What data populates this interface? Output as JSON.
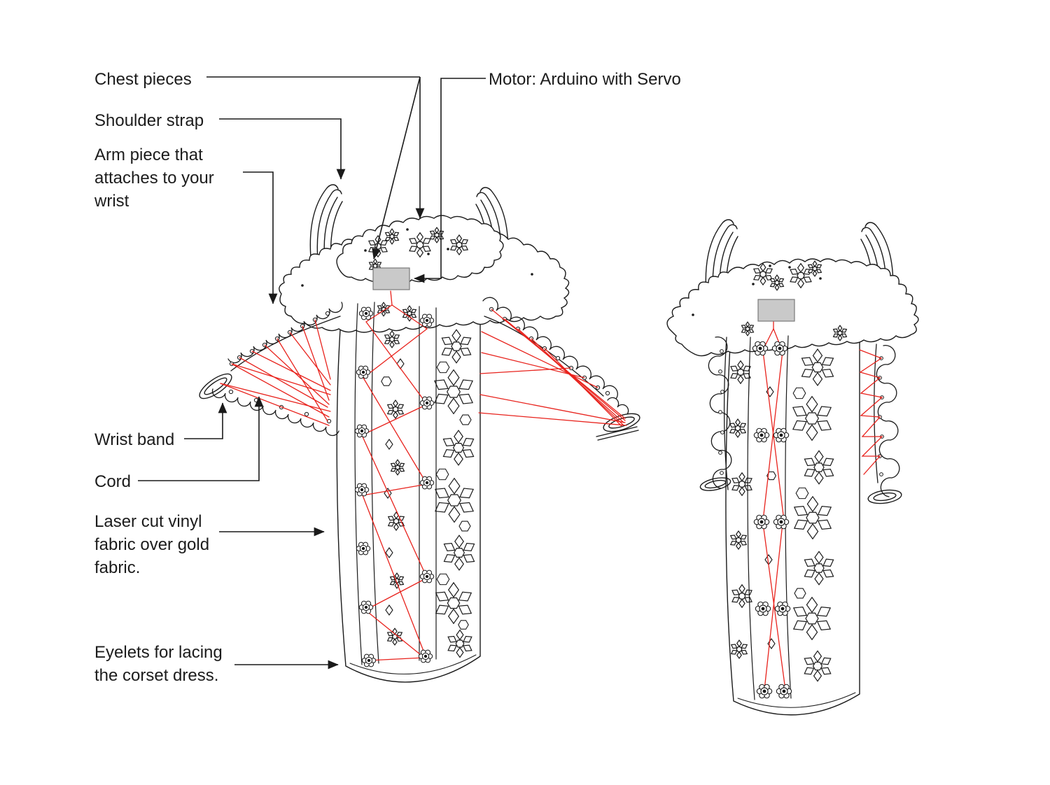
{
  "diagram_title": "Corset dress mechanism annotated diagram",
  "colors": {
    "line": "#1a1a1a",
    "cord_red": "#e8231d",
    "motor_fill": "#c9c9c9",
    "background": "#ffffff"
  },
  "labels": {
    "chest_pieces": "Chest pieces",
    "motor": "Motor: Arduino with Servo",
    "shoulder_strap": "Shoulder strap",
    "arm_piece": "Arm piece that attaches to your wrist",
    "wrist_band": "Wrist band",
    "cord": "Cord",
    "laser_cut": "Laser cut vinyl fabric over gold fabric.",
    "eyelets": "Eyelets for lacing the corset dress."
  }
}
